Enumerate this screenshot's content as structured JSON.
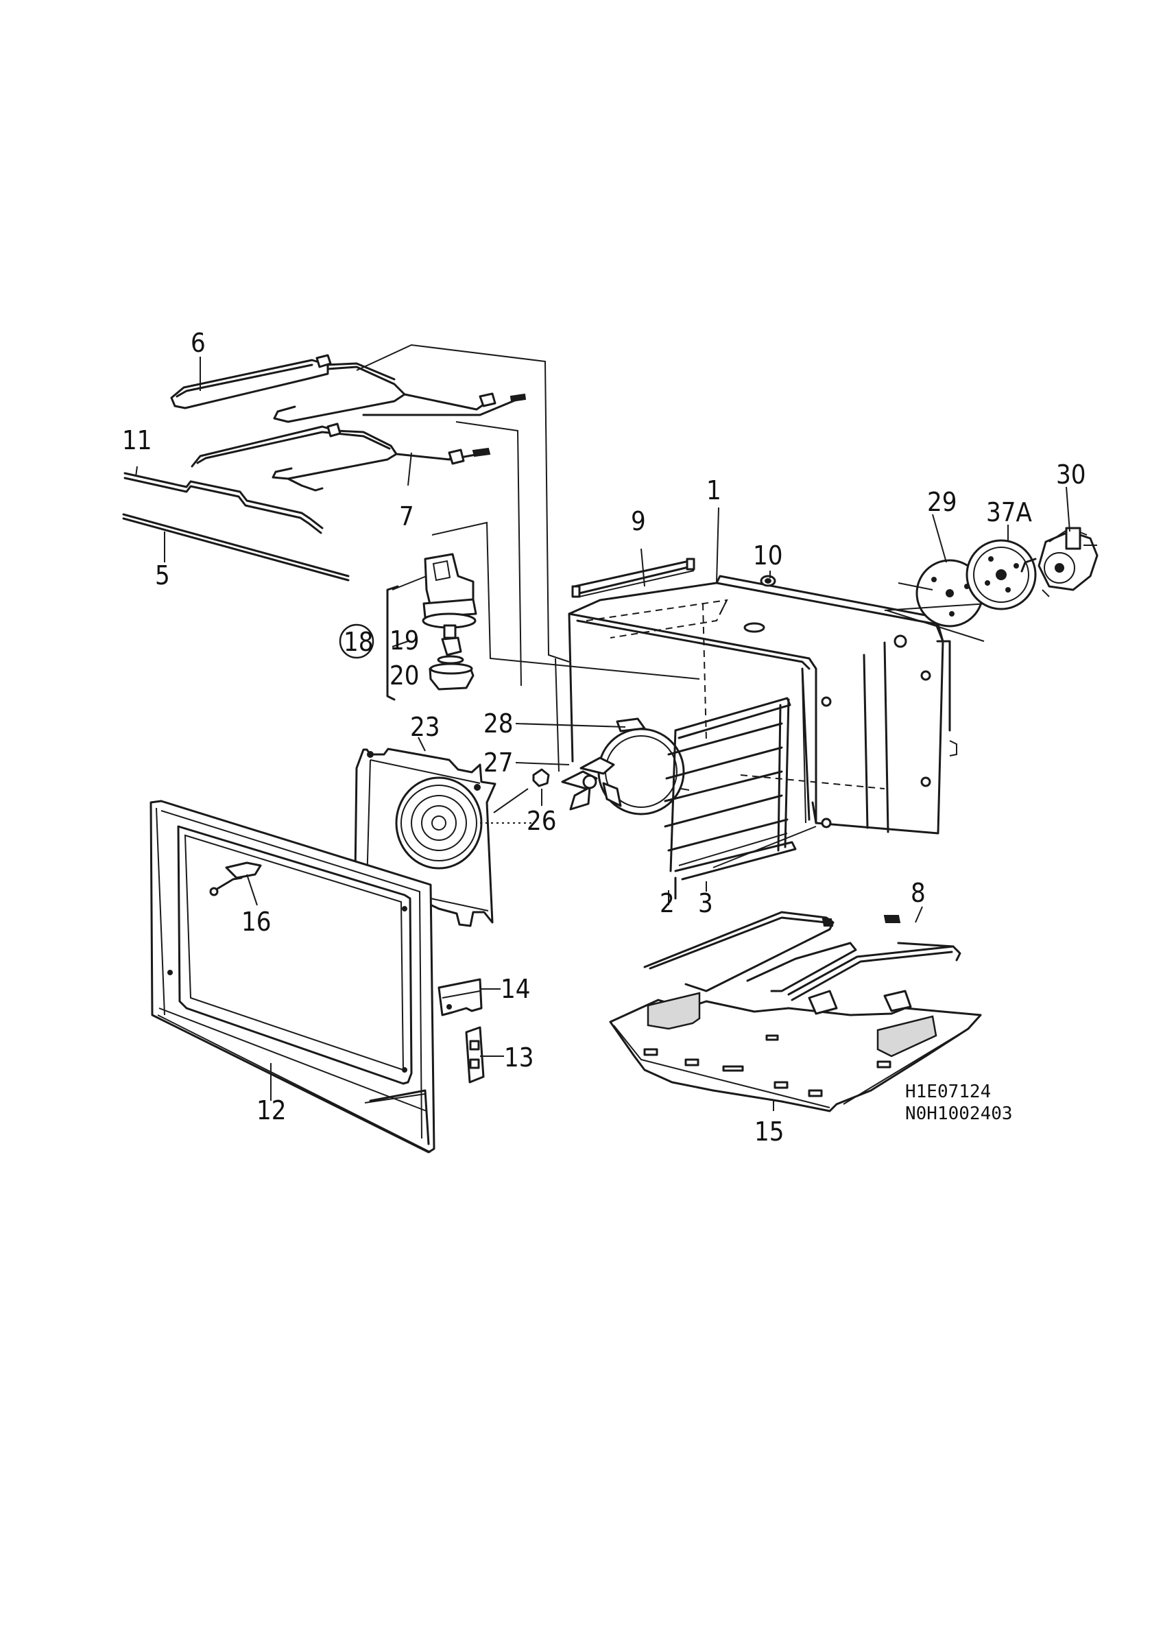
{
  "labels": {
    "l1": "1",
    "l2": "2",
    "l3": "3",
    "l5": "5",
    "l6": "6",
    "l7": "7",
    "l8": "8",
    "l9": "9",
    "l10": "10",
    "l11": "11",
    "l12": "12",
    "l13": "13",
    "l14": "14",
    "l15": "15",
    "l16": "16",
    "l18": "18",
    "l19": "19",
    "l20": "20",
    "l23": "23",
    "l26": "26",
    "l27": "27",
    "l28": "28",
    "l29": "29",
    "l30": "30",
    "l37a": "37A"
  },
  "codes": {
    "drawing_code": "H1E07124",
    "document_code": "N0H1002403"
  }
}
